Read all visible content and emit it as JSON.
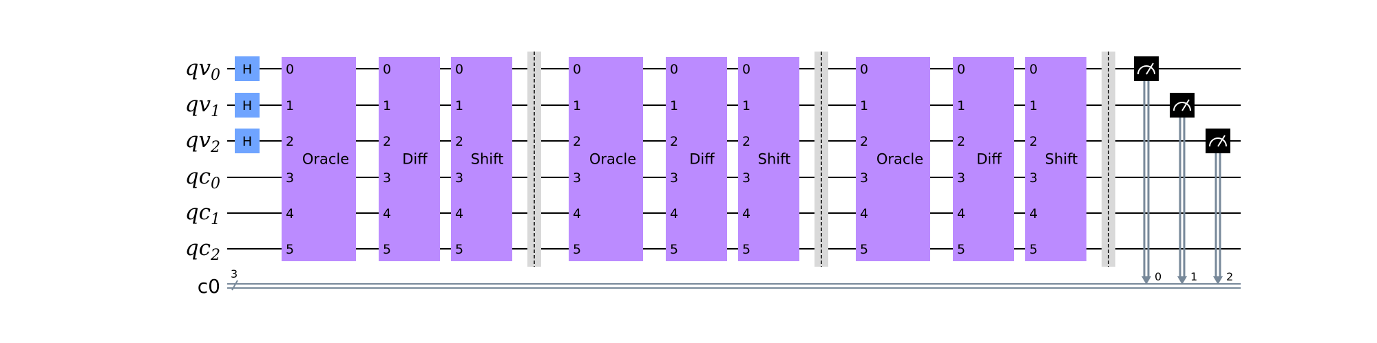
{
  "circuit": {
    "qubits": [
      {
        "name": "qv",
        "index": "0"
      },
      {
        "name": "qv",
        "index": "1"
      },
      {
        "name": "qv",
        "index": "2"
      },
      {
        "name": "qc",
        "index": "0"
      },
      {
        "name": "qc",
        "index": "1"
      },
      {
        "name": "qc",
        "index": "2"
      }
    ],
    "classical_register": {
      "name": "c0",
      "size": "3"
    },
    "h_gate_label": "H",
    "h_gate_qubits": [
      0,
      1,
      2
    ],
    "iterations": [
      {
        "blocks": [
          {
            "label": "Oracle"
          },
          {
            "label": "Diff"
          },
          {
            "label": "Shift"
          }
        ]
      },
      {
        "blocks": [
          {
            "label": "Oracle"
          },
          {
            "label": "Diff"
          },
          {
            "label": "Shift"
          }
        ]
      },
      {
        "blocks": [
          {
            "label": "Oracle"
          },
          {
            "label": "Diff"
          },
          {
            "label": "Shift"
          }
        ]
      }
    ],
    "port_labels": [
      "0",
      "1",
      "2",
      "3",
      "4",
      "5"
    ],
    "measurements": [
      {
        "qubit": 0,
        "bit": "0"
      },
      {
        "qubit": 1,
        "bit": "1"
      },
      {
        "qubit": 2,
        "bit": "2"
      }
    ],
    "colors": {
      "wire": "#000000",
      "h_gate": "#6fa4ff",
      "block": "#bb8bff",
      "barrier": "#d9d9d9",
      "measure": "#000000",
      "classical": "#778899"
    }
  }
}
